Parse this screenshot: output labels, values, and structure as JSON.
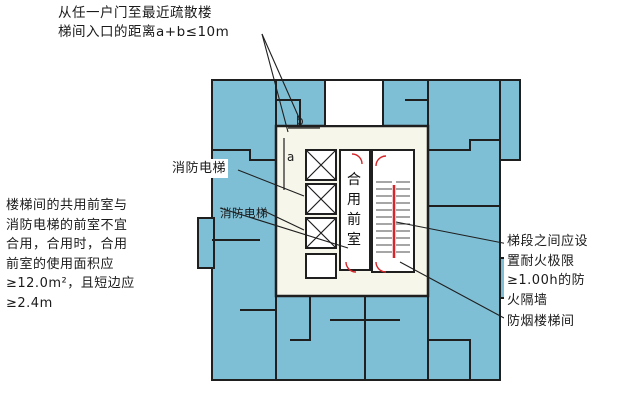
{
  "colors": {
    "pool": "#7fbfd6",
    "room": "#ffffff",
    "corridor": "#f7f6ea",
    "wall": "#1f1f1f",
    "accent": "#d6262a"
  },
  "labels": {
    "top_note": "从任一户门至最近疏散楼\n梯间入口的距离a+b≤10m",
    "fire_lift_upper": "消防电梯",
    "fire_lift_lower": "消防电梯",
    "shared_anteroom": "合\n用\n前\n室",
    "left_note": "楼梯间的共用前室与\n消防电梯的前室不宜\n合用，合用时，合用\n前室的使用面积应\n≥12.0m²，且短边应\n≥2.4m",
    "right_note": "梯段之间应设\n置耐火极限\n≥1.00h的防\n火隔墙",
    "smoke_stair": "防烟楼梯间",
    "dim_a": "a",
    "dim_b": "b"
  }
}
